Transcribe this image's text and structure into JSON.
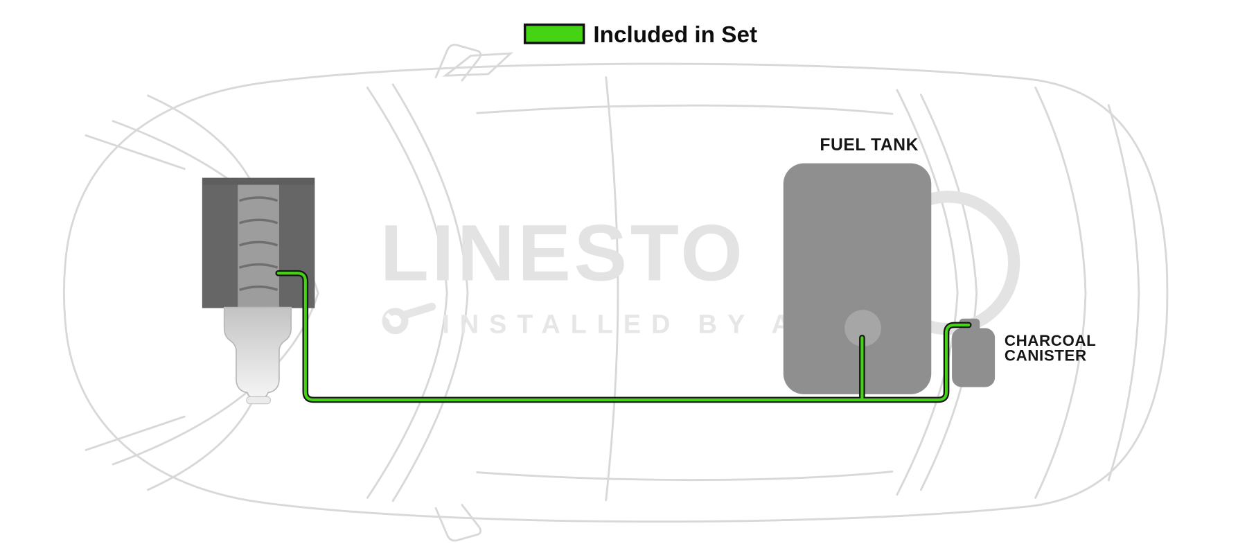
{
  "legend": {
    "label": "Included in Set"
  },
  "diagram": {
    "fuel_tank_label": "FUEL TANK",
    "charcoal_label_line1": "CHARCOAL",
    "charcoal_label_line2": "CANISTER"
  },
  "watermark": {
    "line1": "LINESTO",
    "line2": "INSTALLED BY A"
  },
  "icons": {
    "legend_swatch": "included-line-swatch",
    "watermark_wrench": "wrench-icon"
  },
  "colors": {
    "included_green": "#45d414",
    "line_outline": "#161616",
    "component_gray": "#8f8f8f",
    "engine_gray": "#7a7a7a",
    "tank_port_gray": "#a6a6a6",
    "car_outline_gray": "#d8d8d8",
    "watermark_gray": "#e3e3e3"
  }
}
